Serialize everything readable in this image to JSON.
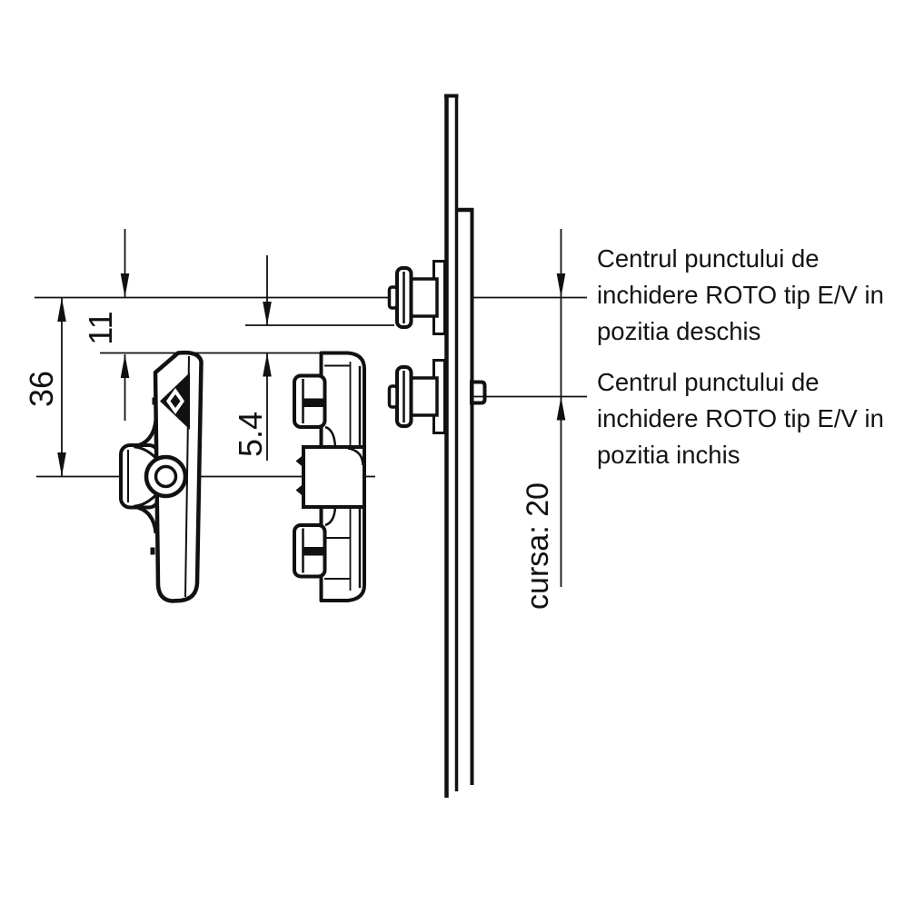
{
  "dimensions": {
    "d36": "36",
    "d11": "11",
    "d54": "5.4",
    "cursa": "cursa: 20"
  },
  "notes": {
    "deschis": {
      "line1": "Centrul punctului de",
      "line2": "inchidere ROTO tip E/V in",
      "line3": "pozitia deschis"
    },
    "inchis": {
      "line1": "Centrul punctului de",
      "line2": "inchidere ROTO tip E/V in",
      "line3": "pozitia inchis"
    }
  },
  "colors": {
    "ink": "#111111",
    "background": "#ffffff"
  }
}
